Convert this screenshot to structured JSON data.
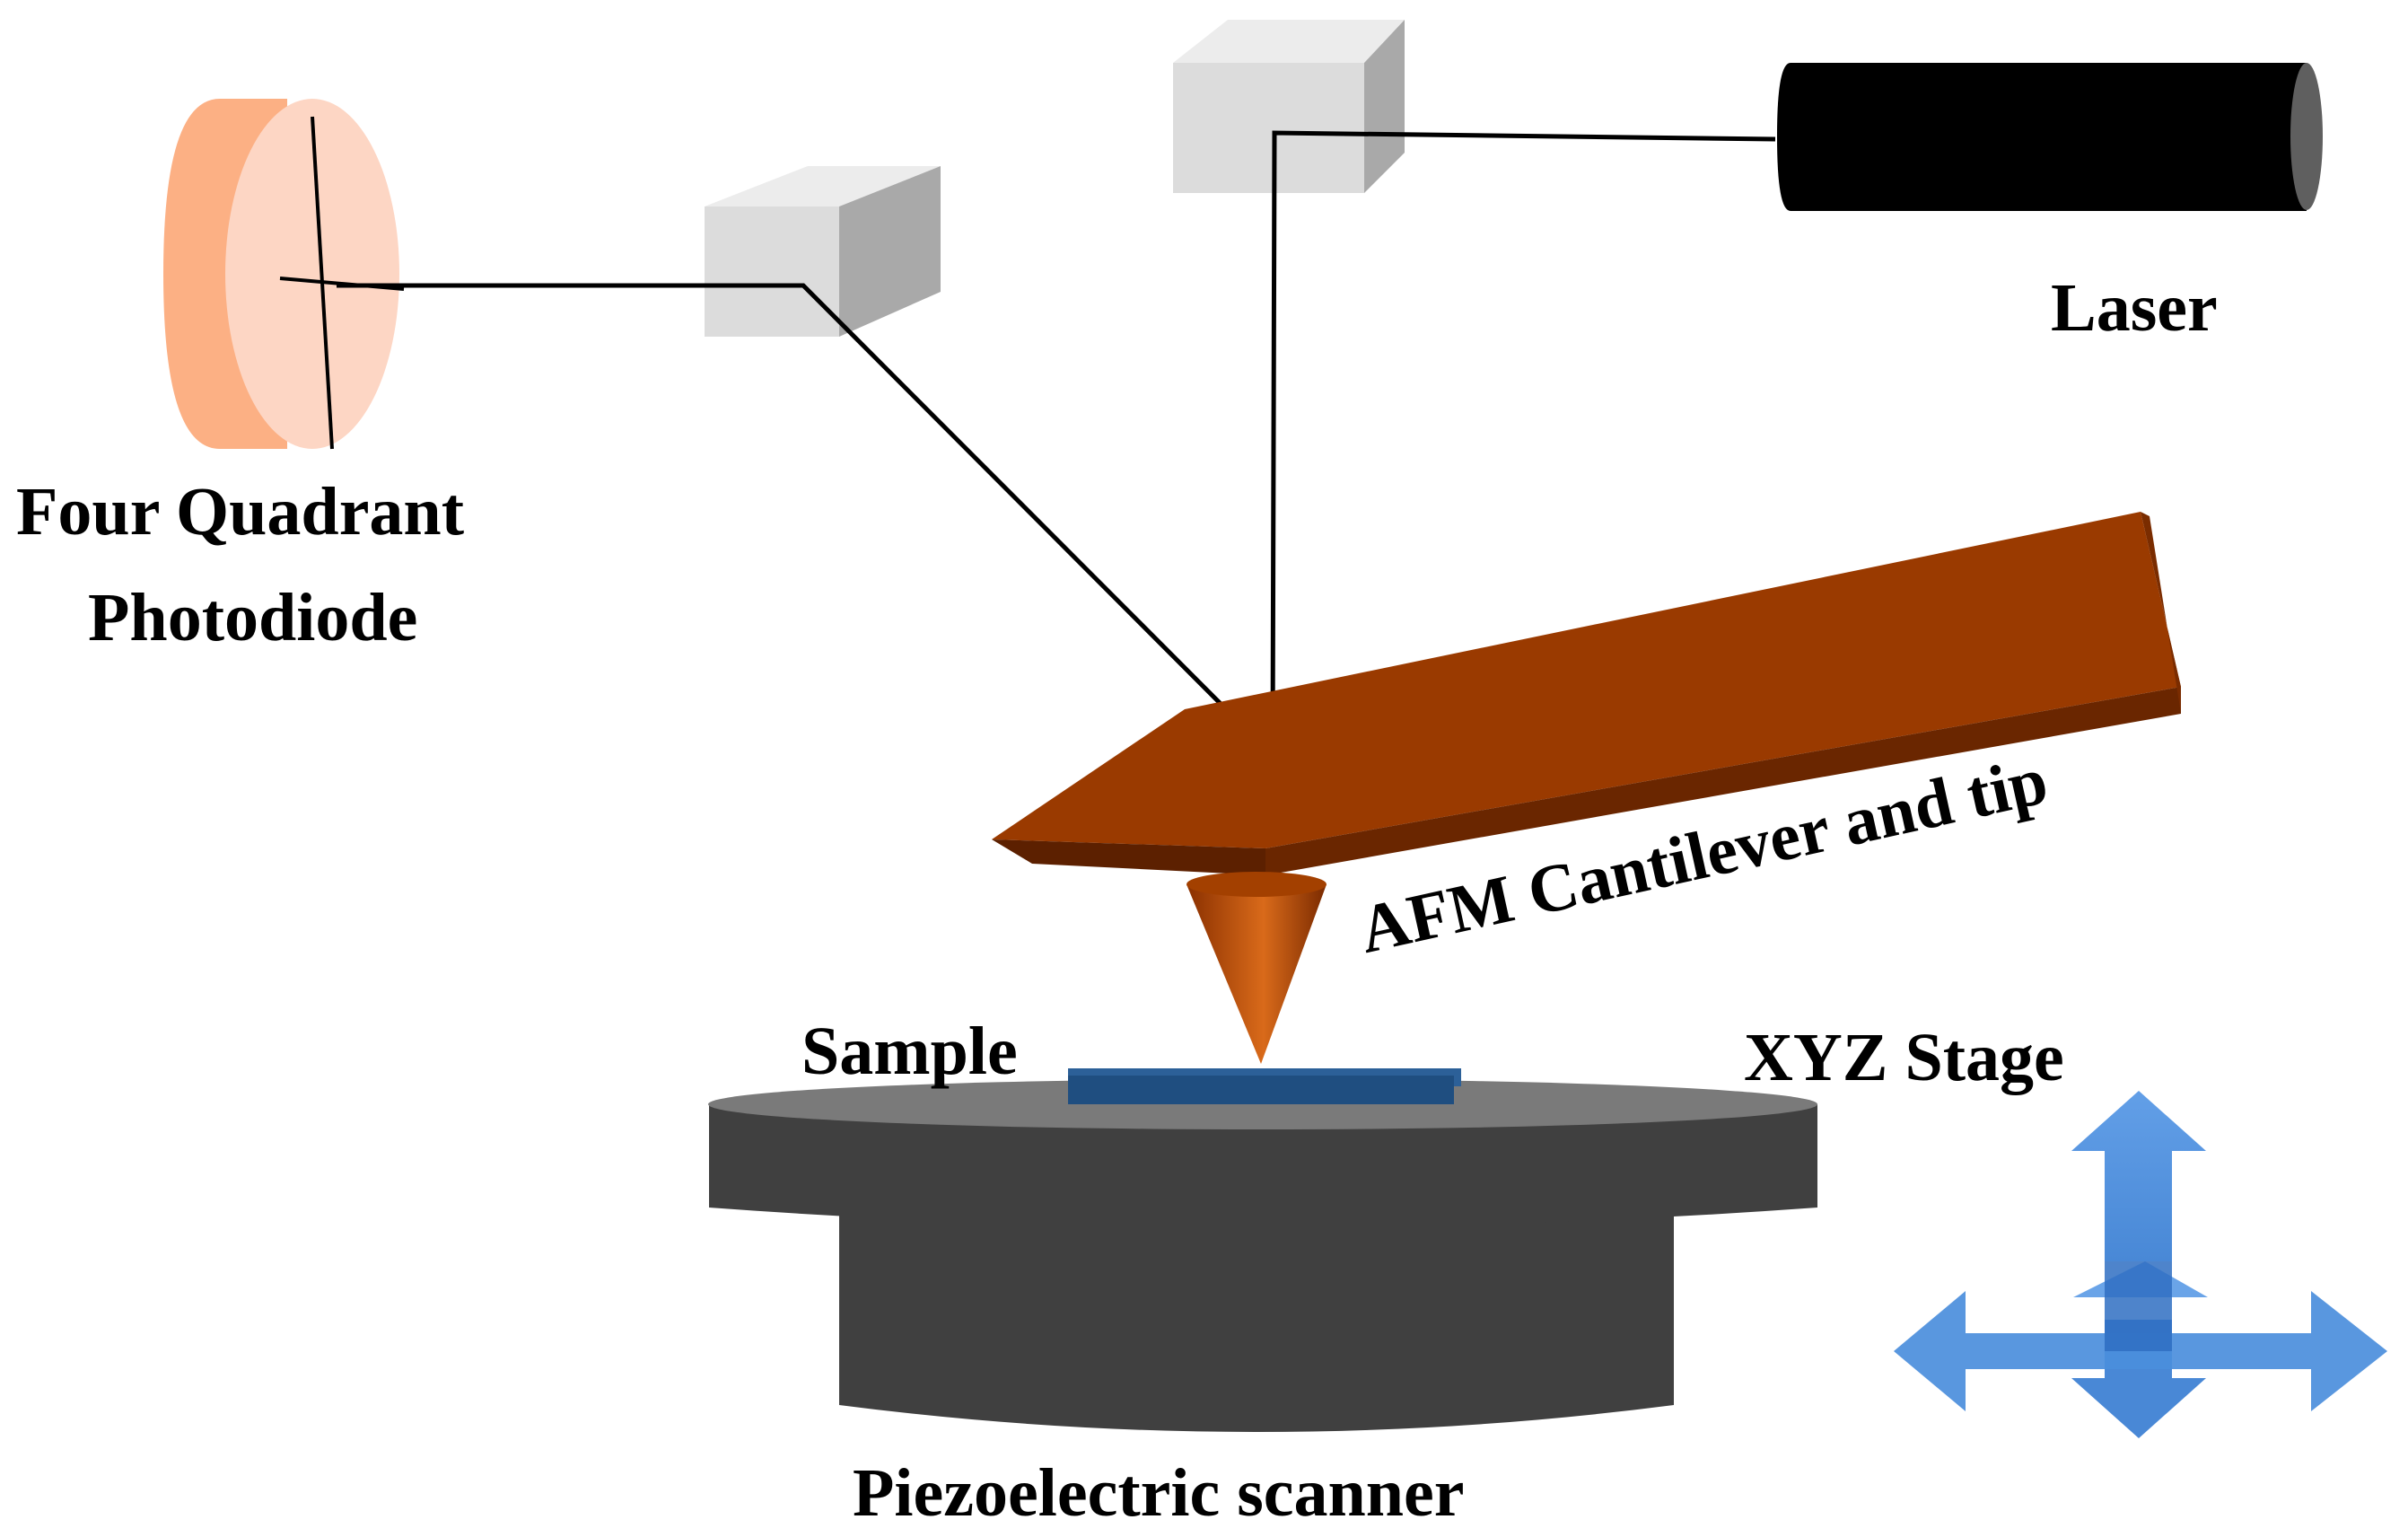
{
  "labels": {
    "photodiode_line1": "Four Quadrant",
    "photodiode_line2": "Photodiode",
    "laser": "Laser",
    "cantilever": "AFM Cantilever and tip",
    "sample": "Sample",
    "stage": "XYZ Stage",
    "scanner": "Piezoelectric scanner"
  },
  "colors": {
    "photodiode_side": "#fcb084",
    "photodiode_face": "#fdd6c4",
    "mirror_front": "#dcdcdc",
    "mirror_top": "#ececec",
    "mirror_side": "#a9a9a9",
    "laser_body": "#000000",
    "laser_end": "#5f5f5f",
    "cantilever_top": "#9a3a00",
    "cantilever_dark": "#5c2000",
    "cantilever_edge": "#7a2c00",
    "tip": "#c0520a",
    "sample": "#1f4e80",
    "scanner_body": "#404040",
    "scanner_top": "#7a7a7a",
    "stage_arrows": "#4b8edc",
    "beam": "#000000"
  }
}
